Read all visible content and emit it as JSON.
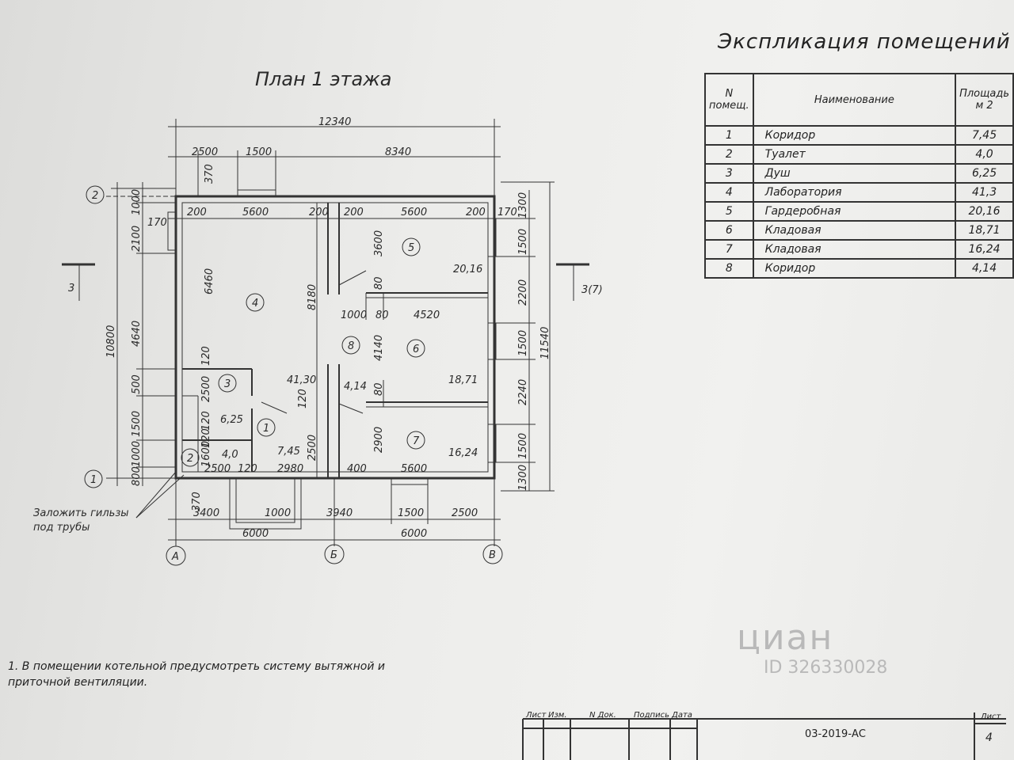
{
  "plan": {
    "title": "План 1 этажа",
    "total_width": "12340",
    "top_dims": [
      "2500",
      "1500",
      "8340",
      "370"
    ],
    "inner_dims": [
      "170",
      "200",
      "5600",
      "200",
      "200",
      "5600",
      "200",
      "170"
    ],
    "left_dims": [
      "10800",
      "1000",
      "2100",
      "4640",
      "500",
      "1500",
      "1000",
      "800"
    ],
    "right_dims": [
      "1300",
      "1500",
      "2200",
      "1500",
      "2240",
      "1500",
      "1300"
    ],
    "right_total": "11540",
    "bottom_dims": [
      "3400",
      "1000",
      "3940",
      "1500",
      "2500"
    ],
    "bottom_axis_dims": [
      "6000",
      "6000"
    ],
    "interior_dims": {
      "d6460": "6460",
      "d8180": "8180",
      "d3600": "3600",
      "d80a": "80",
      "d1000": "1000",
      "d80b": "80",
      "d4520": "4520",
      "d4140": "4140",
      "d80c": "80",
      "d2900": "2900",
      "d400": "400",
      "d5600b": "5600",
      "d2500a": "2500",
      "d2980": "2980",
      "d2500b": "2500",
      "d120a": "120",
      "d2500c": "2500",
      "d120b": "120",
      "d120c": "120",
      "d1600": "1600",
      "d120d": "120",
      "d120e": "120",
      "d370b": "370"
    },
    "areas": [
      "41,30",
      "20,16",
      "18,71",
      "16,24",
      "4,14",
      "6,25",
      "4,0",
      "7,45"
    ],
    "room_numbers": [
      "1",
      "2",
      "3",
      "4",
      "5",
      "6",
      "7",
      "8"
    ],
    "axes": [
      "А",
      "Б",
      "В",
      "1",
      "2"
    ],
    "section_marks": [
      "3",
      "3(7)"
    ],
    "callout": [
      "Заложить гильзы",
      "под трубы"
    ]
  },
  "explication": {
    "title": "Экспликация помещений",
    "headers": [
      "N помещ.",
      "Наименование",
      "Площадь м 2"
    ],
    "rows": [
      {
        "n": "1",
        "name": "Коридор",
        "area": "7,45"
      },
      {
        "n": "2",
        "name": "Туалет",
        "area": "4,0"
      },
      {
        "n": "3",
        "name": "Душ",
        "area": "6,25"
      },
      {
        "n": "4",
        "name": "Лаборатория",
        "area": "41,3"
      },
      {
        "n": "5",
        "name": "Гардеробная",
        "area": "20,16"
      },
      {
        "n": "6",
        "name": "Кладовая",
        "area": "18,71"
      },
      {
        "n": "7",
        "name": "Кладовая",
        "area": "16,24"
      },
      {
        "n": "8",
        "name": "Коридор",
        "area": "4,14"
      }
    ]
  },
  "note": {
    "line1": "1. В помещении котельной предусмотреть систему вытяжной и",
    "line2": "приточной вентиляции."
  },
  "stamp": {
    "cols": [
      "Лист",
      "Изм.",
      "N Док.",
      "Подпись",
      "Дата"
    ],
    "code": "03-2019-АС",
    "sheet_label": "Лист",
    "sheet_no": "4"
  },
  "watermark": {
    "brand": "циан",
    "id": "ID 326330028"
  }
}
